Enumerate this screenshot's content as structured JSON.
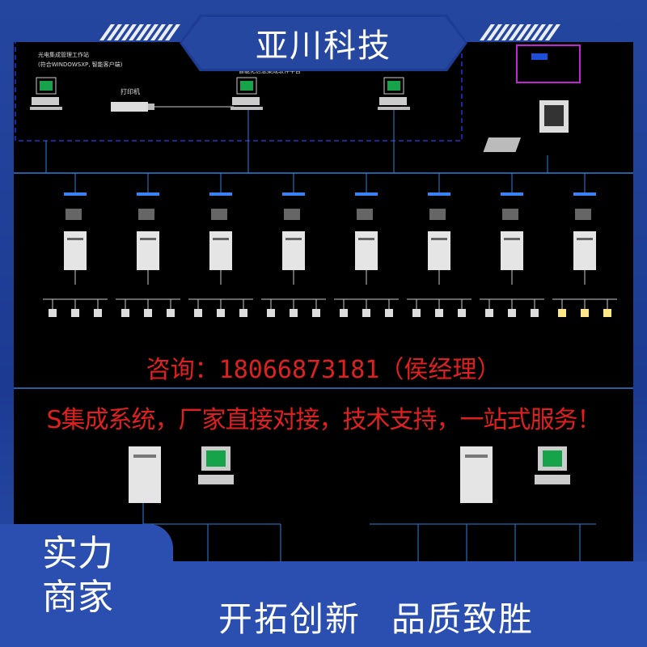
{
  "brand": {
    "title": "亚川科技"
  },
  "diagram": {
    "printer_label": "打印机",
    "left_note_line1": "光电集成管理工作站",
    "left_note_line2": "(符合WINDOWSXP, 智能客户端)",
    "center_note": "智能化信息集成软件平台",
    "branch_count": 8
  },
  "overlay": {
    "contact": "咨询：18066873181（侯经理）",
    "tagline": "S集成系统，厂家直接对接，技术支持，一站式服务！"
  },
  "badge": {
    "line1": "实力",
    "line2": "商家"
  },
  "slogan": {
    "part1": "开拓创新",
    "part2": "品质致胜"
  },
  "colors": {
    "frame": "#1f3c95",
    "accent_red": "#e02020",
    "line_blue": "#2f7fd6",
    "diagram_bg": "#000000"
  }
}
